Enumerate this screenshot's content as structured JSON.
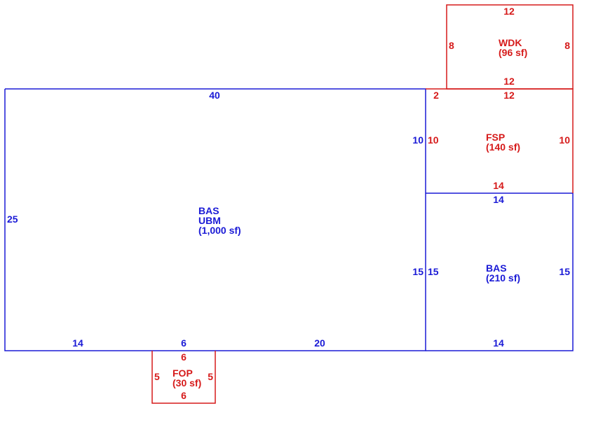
{
  "colors": {
    "living": "#1a1ad6",
    "exterior": "#d61a1a",
    "background": "#ffffff"
  },
  "areas": {
    "main_bas": {
      "name": "BAS",
      "subname": "UBM",
      "area": "(1,000 sf)",
      "dims": {
        "top": "40",
        "left": "25",
        "right": "10",
        "right2": "15",
        "bottom_a": "14",
        "bottom_b": "6",
        "bottom_c": "20"
      }
    },
    "side_bas": {
      "name": "BAS",
      "area": "(210 sf)",
      "dims": {
        "top": "14",
        "left": "15",
        "right": "15",
        "bottom": "14"
      }
    },
    "fsp": {
      "name": "FSP",
      "area": "(140 sf)",
      "dims": {
        "top": "12",
        "top_offset": "2",
        "left": "10",
        "right": "10",
        "bottom": "14"
      }
    },
    "wdk": {
      "name": "WDK",
      "area": "(96 sf)",
      "dims": {
        "top": "12",
        "left": "8",
        "right": "8",
        "bottom": "12"
      }
    },
    "fop": {
      "name": "FOP",
      "area": "(30 sf)",
      "dims": {
        "top": "6",
        "left": "5",
        "right": "5",
        "bottom": "6"
      }
    }
  }
}
